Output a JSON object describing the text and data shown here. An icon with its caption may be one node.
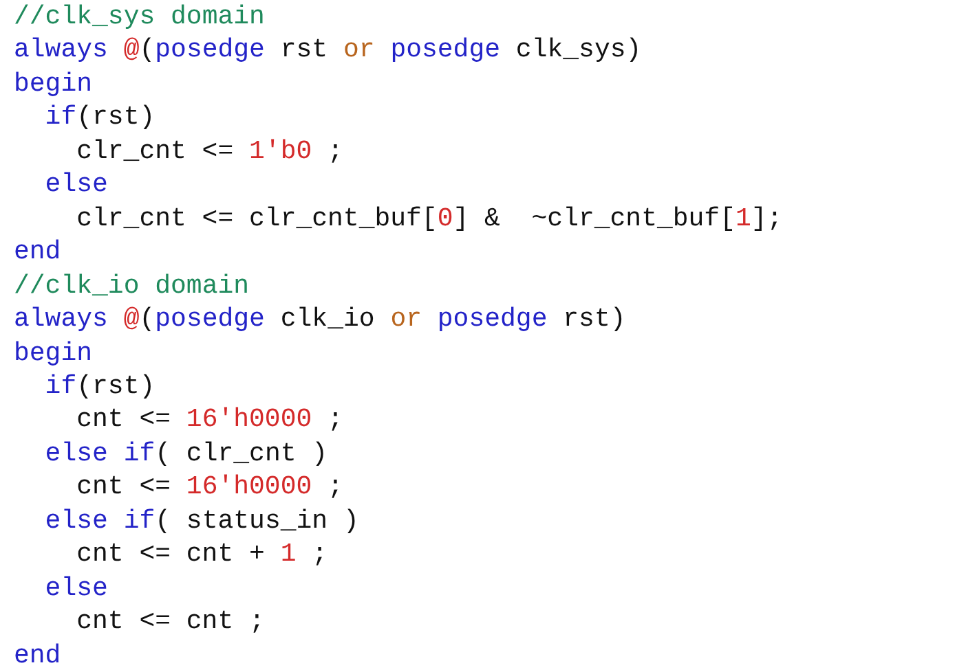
{
  "diagram": {
    "labels": [
      "//clk_sys domain",
      "always @(posedge rst or posedge clk_sys)",
      "begin",
      "if(rst)",
      "clr_cnt <= 1'b0 ;",
      "else",
      "clr_cnt <= clr_cnt_buf[0] &  ~clr_cnt_buf[1];",
      "end",
      "//clk_io domain",
      "always @(posedge clk_io or posedge rst)",
      "begin",
      "if(rst)",
      "cnt <= 16'h0000 ;",
      "else if( clr_cnt )",
      "cnt <= 16'h0000 ;",
      "else if( status_in )",
      "cnt <= cnt + 1 ;",
      "else",
      "cnt <= cnt ;",
      "end"
    ]
  }
}
